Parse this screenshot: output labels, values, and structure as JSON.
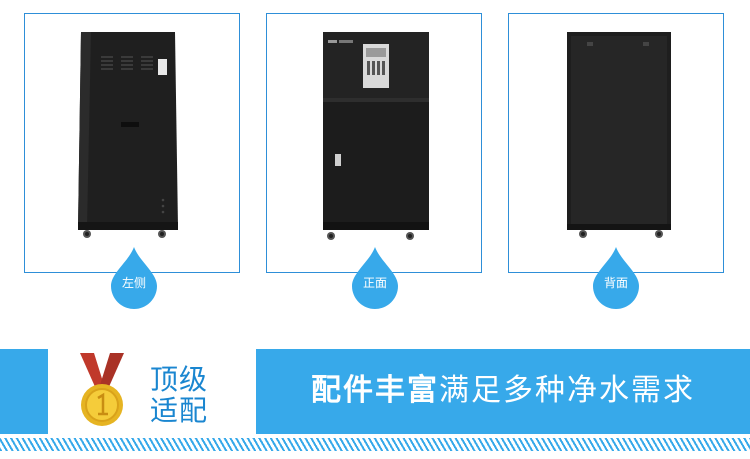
{
  "views": [
    {
      "label": "左侧"
    },
    {
      "label": "正面"
    },
    {
      "label": "背面"
    }
  ],
  "badge": {
    "line1": "顶级",
    "line2": "适配"
  },
  "slogan": {
    "bold": "配件丰富",
    "rest": "满足多种净水需求"
  },
  "colors": {
    "accent": "#37a9ea",
    "border": "#2e8fd8",
    "badge_text": "#1a86d0",
    "cabinet": "#1c1c1c"
  }
}
